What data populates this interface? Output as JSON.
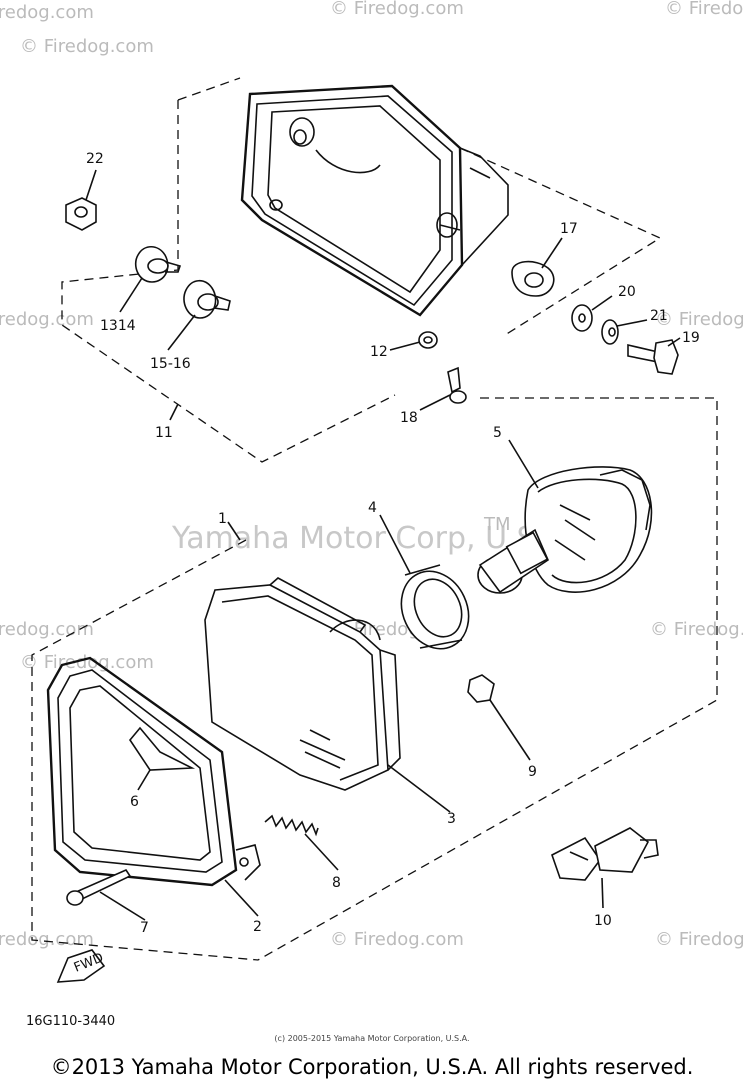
{
  "watermarks": {
    "firedog": "© Firedog.com",
    "center": "Yamaha Motor Corp, U.S.A.",
    "tm": "TM"
  },
  "callouts": {
    "c1": "1",
    "c2": "2",
    "c3": "3",
    "c4": "4",
    "c5": "5",
    "c6": "6",
    "c7": "7",
    "c8": "8",
    "c9": "9",
    "c10": "10",
    "c11": "11",
    "c12": "12",
    "c1314": "1314",
    "c1516": "15-16",
    "c17": "17",
    "c18": "18",
    "c19": "19",
    "c20": "20",
    "c21": "21",
    "c22": "22"
  },
  "fwd_label": "FWD",
  "diagram_code": "16G110-3440",
  "small_copyright": "(c) 2005-2015 Yamaha Motor Corporation, U.S.A.",
  "footer_copyright": "©2013 Yamaha Motor Corporation, U.S.A. All rights reserved."
}
